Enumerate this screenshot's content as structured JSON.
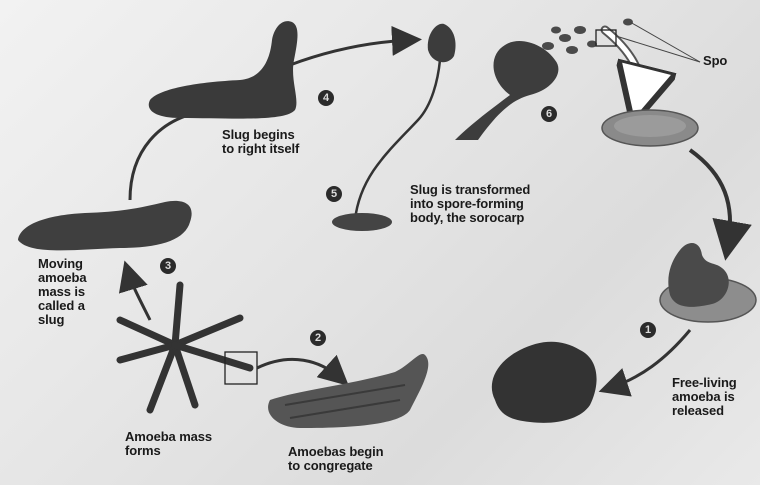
{
  "labels": {
    "spores": "Spo",
    "slug_right": "Slug begins\nto right itself",
    "sorocarp": "Slug is transformed\ninto spore-forming\nbody, the sorocarp",
    "slug": "Moving\namoeba\nmass is\ncalled a\nslug",
    "mass_forms": "Amoeba mass\nforms",
    "congregate": "Amoebas begin\nto congregate",
    "released": "Free-living\namoeba is\nreleased"
  },
  "step_numbers": {
    "s1": "1",
    "s2": "2",
    "s3": "3",
    "s4": "4",
    "s5": "5",
    "s6": "6"
  }
}
